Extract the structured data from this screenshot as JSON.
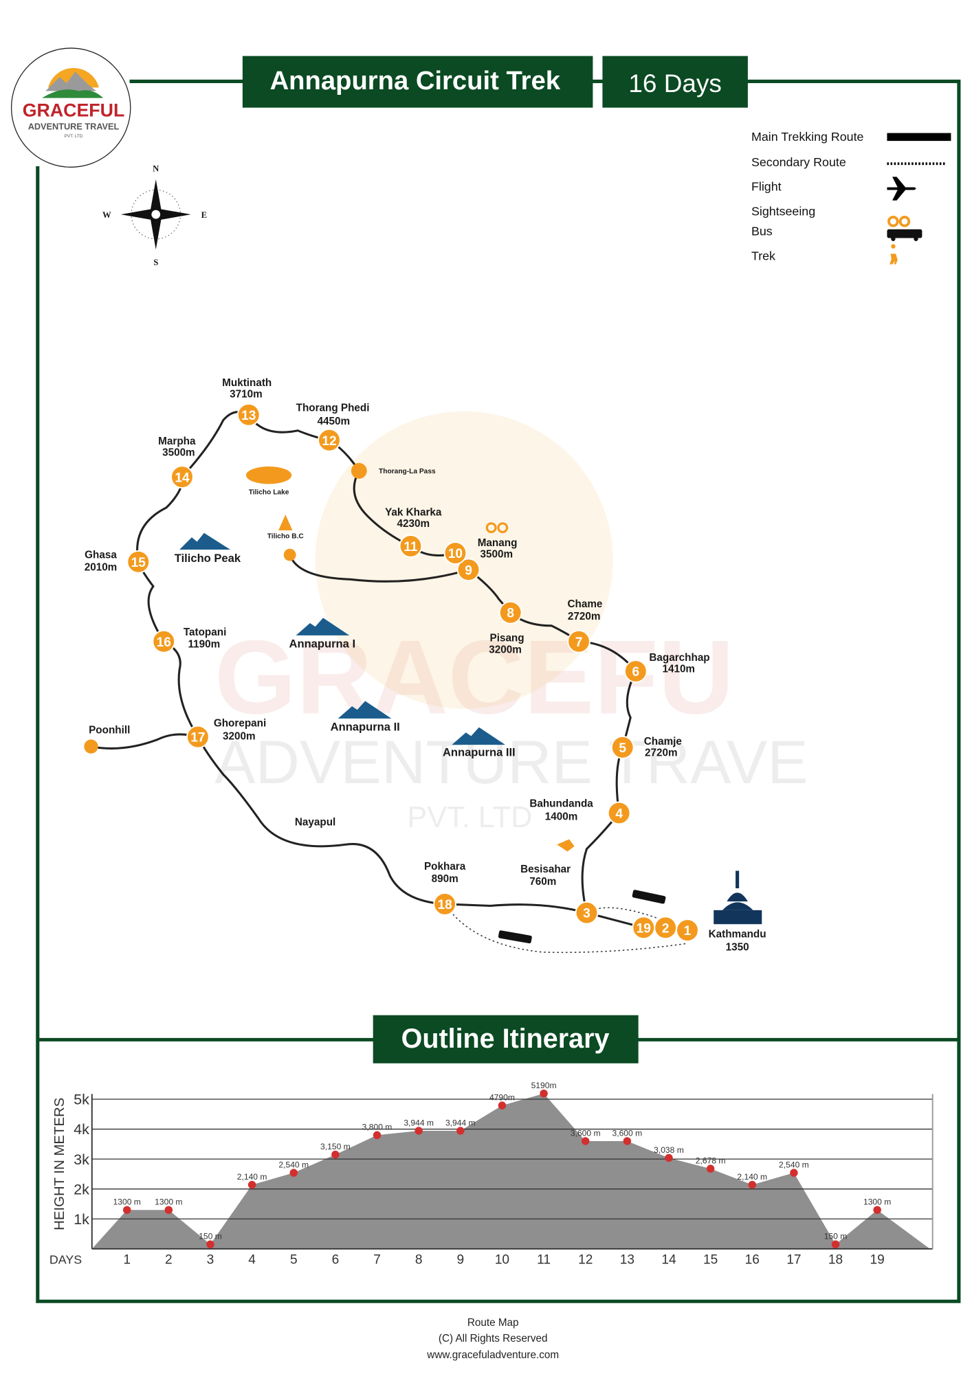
{
  "header": {
    "title": "Annapurna Circuit Trek",
    "duration": "16 Days"
  },
  "logo": {
    "name": "GRACEFUL",
    "subtitle": "ADVENTURE TRAVEL",
    "suffix": "PVT. LTD"
  },
  "compass": {
    "n": "N",
    "s": "S",
    "e": "E",
    "w": "W"
  },
  "legend": [
    {
      "label": "Main Trekking Route",
      "icon": "solid-line"
    },
    {
      "label": "Secondary Route",
      "icon": "dotted-line"
    },
    {
      "label": "Flight",
      "icon": "airplane-icon"
    },
    {
      "label": "Sightseeing",
      "icon": "binoculars-icon"
    },
    {
      "label": "Bus",
      "icon": "bus-icon"
    },
    {
      "label": "Trek",
      "icon": "hiker-icon"
    }
  ],
  "colors": {
    "frame": "#0b4a23",
    "stop": "#f39a1e",
    "area": "#8f8f8f",
    "dot": "#d32f2f",
    "logo_red": "#c0232b"
  },
  "watermark": {
    "line1": "GRACEFU",
    "line2": "ADVENTURE TRAVE",
    "line3": "PVT. LTD"
  },
  "map": {
    "stops": [
      "1",
      "2",
      "3",
      "4",
      "5",
      "6",
      "7",
      "8",
      "9",
      "10",
      "11",
      "12",
      "13",
      "14",
      "15",
      "16",
      "17",
      "18",
      "19"
    ],
    "places": {
      "kathmandu": {
        "name": "Kathmandu",
        "elev": "1350"
      },
      "bahundanda": {
        "name": "Bahundanda",
        "elev": "1400m"
      },
      "chamje": {
        "name": "Chamje",
        "elev": "2720m"
      },
      "bagarchhap": {
        "name": "Bagarchhap",
        "elev": "1410m"
      },
      "chame": {
        "name": "Chame",
        "elev": "2720m"
      },
      "pisang": {
        "name": "Pisang",
        "elev": "3200m"
      },
      "manang": {
        "name": "Manang",
        "elev": "3500m"
      },
      "yak_kharka": {
        "name": "Yak Kharka",
        "elev": "4230m"
      },
      "thorang_la": {
        "name": "Thorang-La Pass"
      },
      "thorang_phedi": {
        "name": "Thorang Phedi",
        "elev": "4450m"
      },
      "muktinath": {
        "name": "Muktinath",
        "elev": "3710m"
      },
      "marpha": {
        "name": "Marpha",
        "elev": "3500m"
      },
      "ghasa": {
        "name": "Ghasa",
        "elev": "2010m"
      },
      "tatopani": {
        "name": "Tatopani",
        "elev": "1190m"
      },
      "ghorepani": {
        "name": "Ghorepani",
        "elev": "3200m"
      },
      "poonhill": {
        "name": "Poonhill"
      },
      "nayapul": {
        "name": "Nayapul"
      },
      "pokhara": {
        "name": "Pokhara",
        "elev": "890m"
      },
      "besisahar": {
        "name": "Besisahar",
        "elev": "760m"
      },
      "tilicho_lake": {
        "name": "Tilicho Lake"
      },
      "tilicho_bc": {
        "name": "Tilicho B.C"
      }
    },
    "peaks": {
      "tilicho": "Tilicho Peak",
      "annapurna1": "Annapurna I",
      "annapurna2": "Annapurna II",
      "annapurna3": "Annapurna III"
    }
  },
  "itinerary_title": "Outline Itinerary",
  "chart_data": {
    "type": "area",
    "ylabel": "HEIGHT IN METERS",
    "xlabel": "DAYS",
    "yticks": [
      "1k",
      "2k",
      "3k",
      "4k",
      "5k"
    ],
    "ylim": [
      0,
      5000
    ],
    "grid": true,
    "categories": [
      "1",
      "2",
      "3",
      "4",
      "5",
      "6",
      "7",
      "8",
      "9",
      "10",
      "11",
      "12",
      "13",
      "14",
      "15",
      "16",
      "17",
      "18",
      "19"
    ],
    "values": [
      1300,
      1300,
      150,
      2140,
      2540,
      3150,
      3800,
      3944,
      3944,
      4790,
      5190,
      3600,
      3600,
      3038,
      2678,
      2140,
      2540,
      150,
      1300
    ],
    "data_labels": [
      "1300 m",
      "1300 m",
      "150 m",
      "2,140 m",
      "2,540 m",
      "3,150 m",
      "3,800 m",
      "3,944 m",
      "3,944 m",
      "4790m",
      "5190m",
      "3,600 m",
      "3,600 m",
      "3,038 m",
      "2,678 m",
      "2,140 m",
      "2,540 m",
      "150 m",
      "1300 m"
    ]
  },
  "footer": {
    "line1": "Route Map",
    "line2": "(C) All Rights Reserved",
    "line3": "www.gracefuladventure.com"
  }
}
